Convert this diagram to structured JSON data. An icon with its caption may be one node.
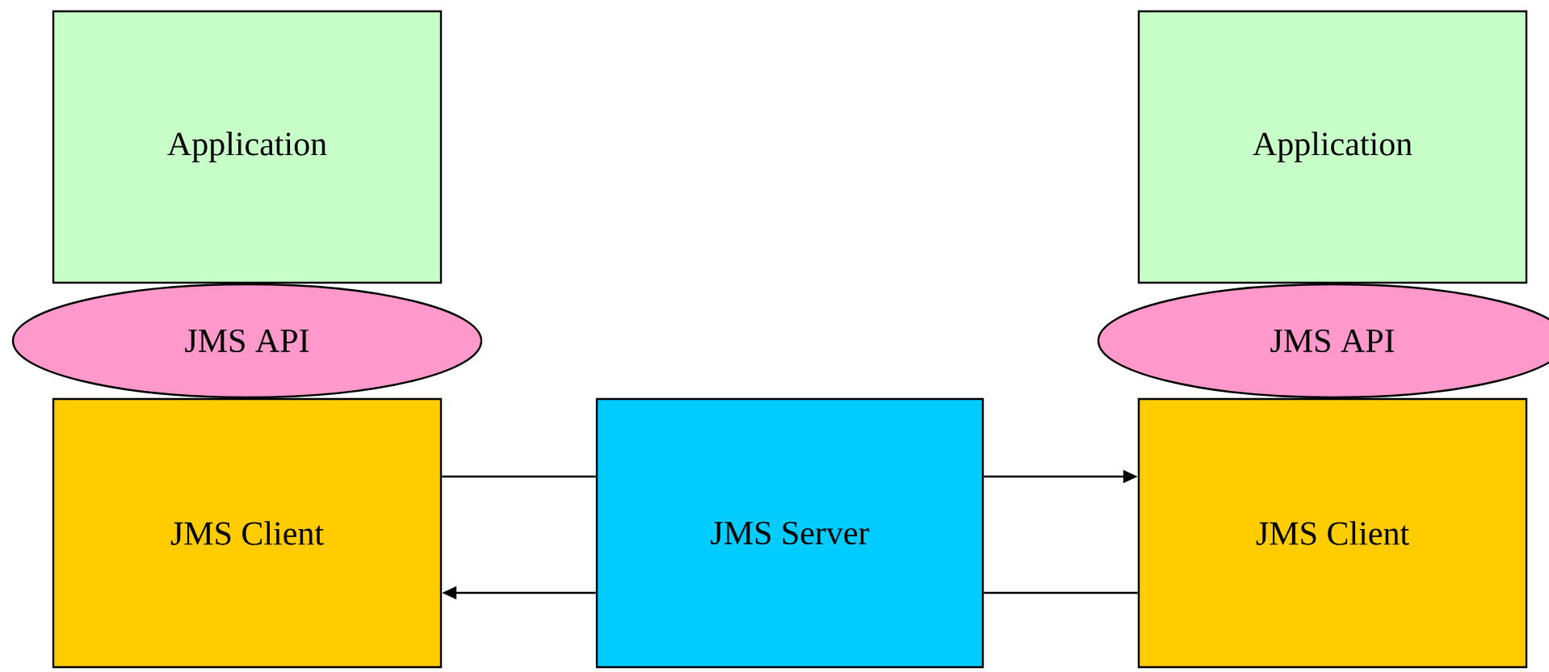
{
  "diagram": {
    "nodes": [
      {
        "text": [
          "Application"
        ]
      },
      {
        "text": [
          "Application"
        ]
      },
      {
        "text": [
          "JMS API"
        ]
      },
      {
        "text": [
          "JMS API"
        ]
      },
      {
        "text": [
          "JMS Client"
        ]
      },
      {
        "text": [
          "JMS Server"
        ]
      },
      {
        "text": [
          "JMS Client"
        ]
      }
    ],
    "edges": [
      {
        "from": 4,
        "to": 5,
        "arrow": "none"
      },
      {
        "from": 5,
        "to": 4,
        "arrow": "to"
      },
      {
        "from": 5,
        "to": 6,
        "arrow": "to"
      },
      {
        "from": 6,
        "to": 5,
        "arrow": "none"
      }
    ]
  }
}
